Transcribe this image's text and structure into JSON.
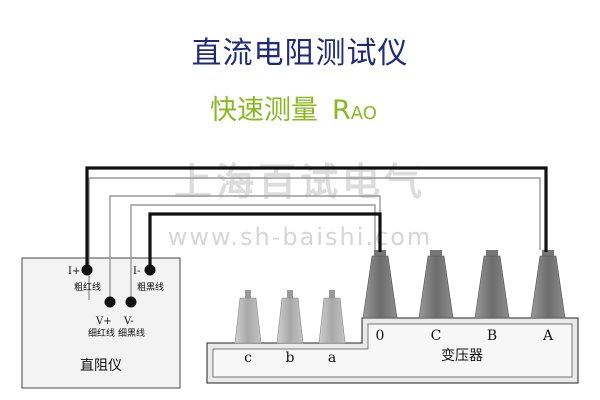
{
  "title": "直流电阻测试仪",
  "subtitle": {
    "text": "快速测量",
    "rao_prefix": "R",
    "rao_suffix": "AO"
  },
  "watermark": {
    "cn": "上海百试电气",
    "url": "www.sh-baishi.com"
  },
  "meter": {
    "label": "直阻仪",
    "terminals": [
      {
        "name": "I+",
        "wire": "粗红线"
      },
      {
        "name": "I-",
        "wire": "粗黑线"
      },
      {
        "name": "V+",
        "wire": "细红线"
      },
      {
        "name": "V-",
        "wire": "细黑线"
      }
    ]
  },
  "transformer": {
    "label": "变压器",
    "low_side": [
      "c",
      "b",
      "a"
    ],
    "high_side": [
      "0",
      "C",
      "B",
      "A"
    ]
  },
  "colors": {
    "title": "#1f2a7a",
    "subtitle": "#8ab81e",
    "thick_wire": "#111111",
    "thin_wire": "#9a9a9a",
    "box_fill": "#f3f3f3",
    "bushing_dark": "#6f6f6f",
    "bushing_light": "#b9b9b9",
    "watermark": "#dcdcdc"
  }
}
